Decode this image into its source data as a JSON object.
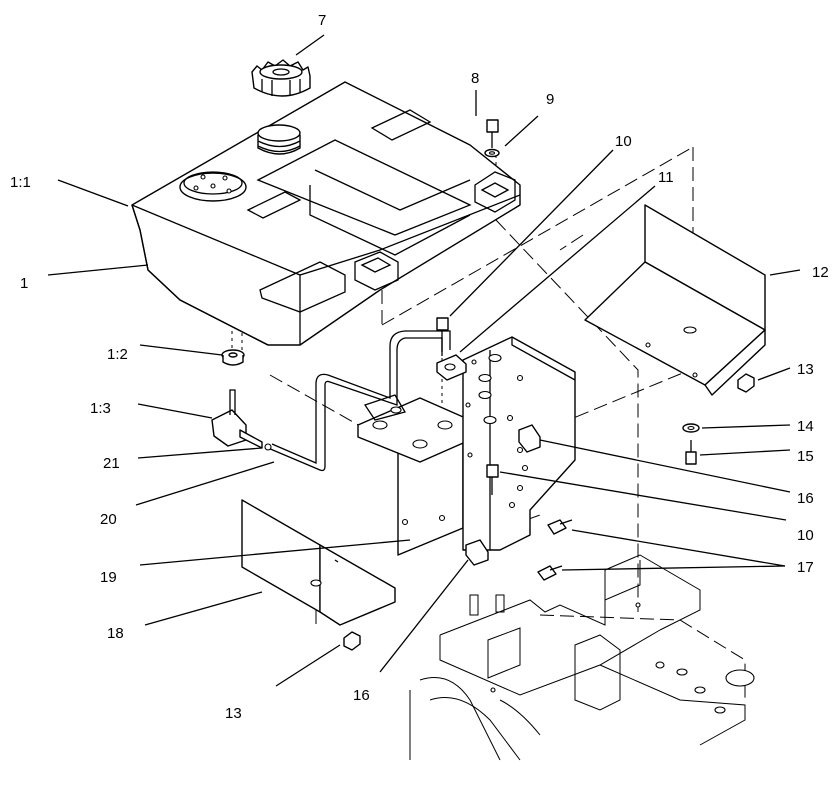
{
  "callouts": [
    {
      "id": "c7",
      "text": "7"
    },
    {
      "id": "c8",
      "text": "8"
    },
    {
      "id": "c9",
      "text": "9"
    },
    {
      "id": "c10a",
      "text": "10"
    },
    {
      "id": "c11",
      "text": "11"
    },
    {
      "id": "c1_1",
      "text": "1:1"
    },
    {
      "id": "c1",
      "text": "1"
    },
    {
      "id": "c12",
      "text": "12"
    },
    {
      "id": "c1_2",
      "text": "1:2"
    },
    {
      "id": "c13a",
      "text": "13"
    },
    {
      "id": "c1_3",
      "text": "1:3"
    },
    {
      "id": "c14",
      "text": "14"
    },
    {
      "id": "c21",
      "text": "21"
    },
    {
      "id": "c15",
      "text": "15"
    },
    {
      "id": "c16a",
      "text": "16"
    },
    {
      "id": "c20",
      "text": "20"
    },
    {
      "id": "c10b",
      "text": "10"
    },
    {
      "id": "c19",
      "text": "19"
    },
    {
      "id": "c17",
      "text": "17"
    },
    {
      "id": "c18",
      "text": "18"
    },
    {
      "id": "c16b",
      "text": "16"
    },
    {
      "id": "c13b",
      "text": "13"
    }
  ]
}
